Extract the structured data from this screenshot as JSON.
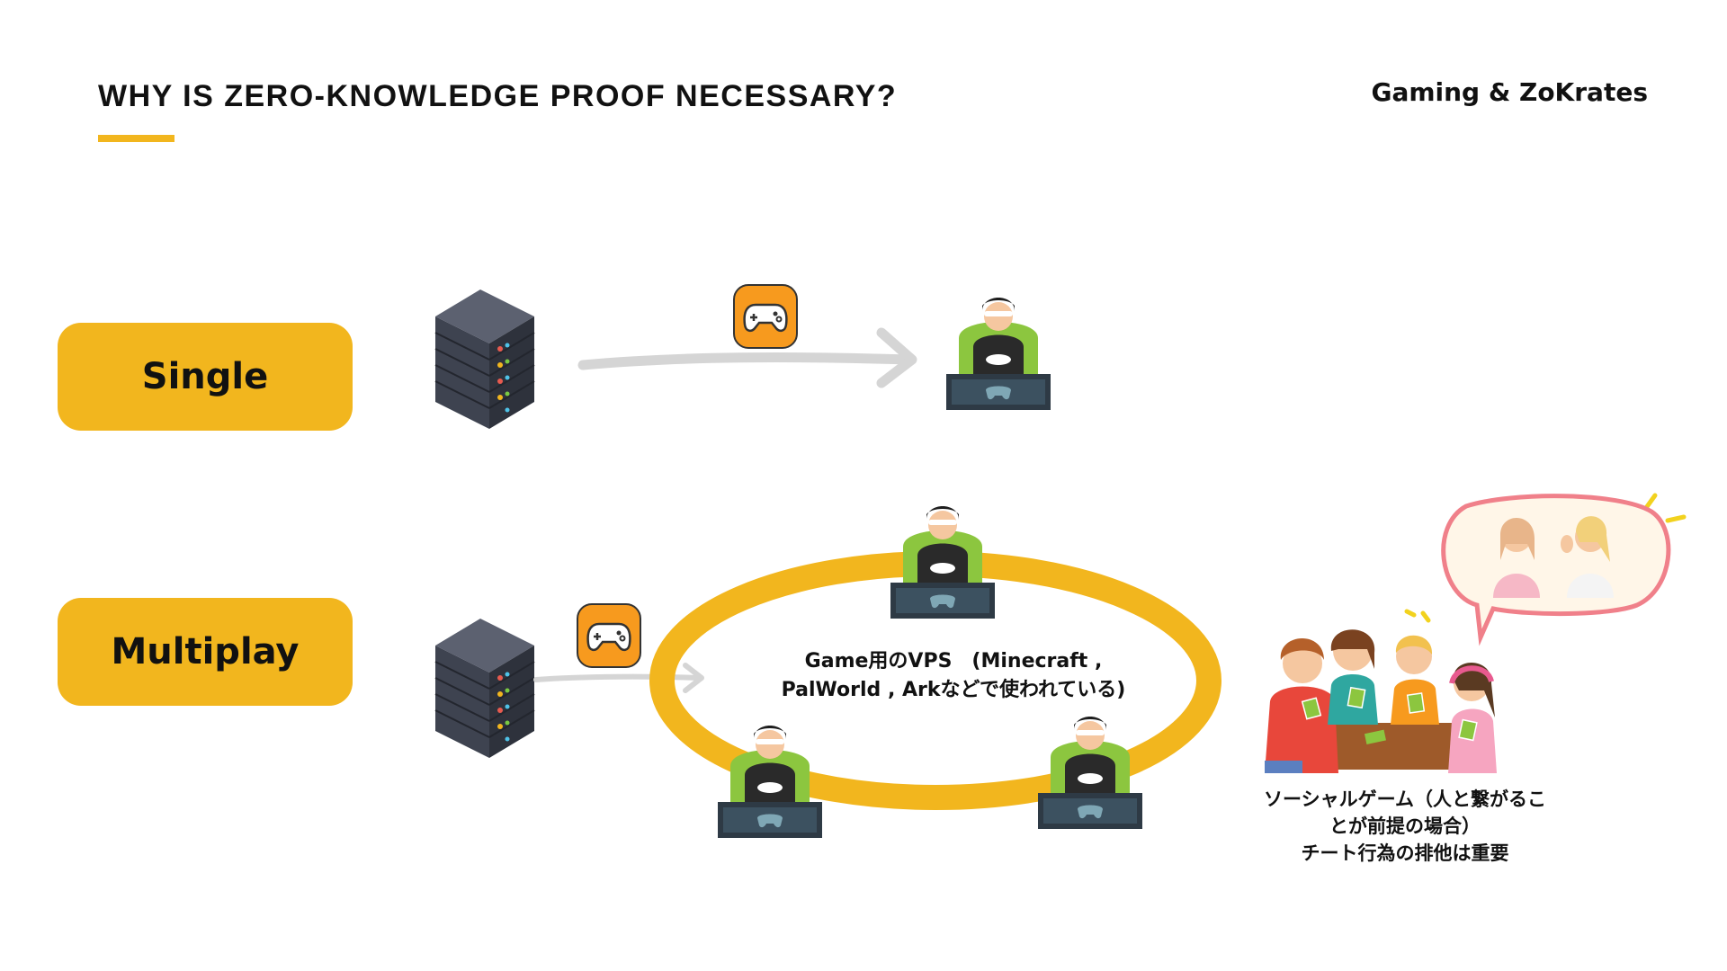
{
  "header": {
    "title": "WHY IS ZERO-KNOWLEDGE PROOF NECESSARY?",
    "brand": "Gaming & ZoKrates"
  },
  "modes": {
    "single": "Single",
    "multiplay": "Multiplay"
  },
  "vps_caption": {
    "line1": "Game用のVPS　(Minecraft ,",
    "line2": "PalWorld , Arkなどで使われている)"
  },
  "social_caption": {
    "line1": "ソーシャルゲーム（人と繋がるこ",
    "line2": "とが前提の場合）",
    "line3": "チート行為の排他は重要"
  },
  "colors": {
    "accent": "#F2B61E",
    "controller_badge": "#F79A1E",
    "server": "#4A4F5C",
    "arrow": "#D5D5D5",
    "monitor": "#2E3A45",
    "chair": "#8CC63F",
    "speech_bubble": "#F0808A"
  },
  "icons": [
    "server-rack-icon",
    "gamepad-icon",
    "gamer-at-desk-icon",
    "arrow-right-icon",
    "children-playing-cards-illustration",
    "gossip-speech-bubble-illustration"
  ]
}
